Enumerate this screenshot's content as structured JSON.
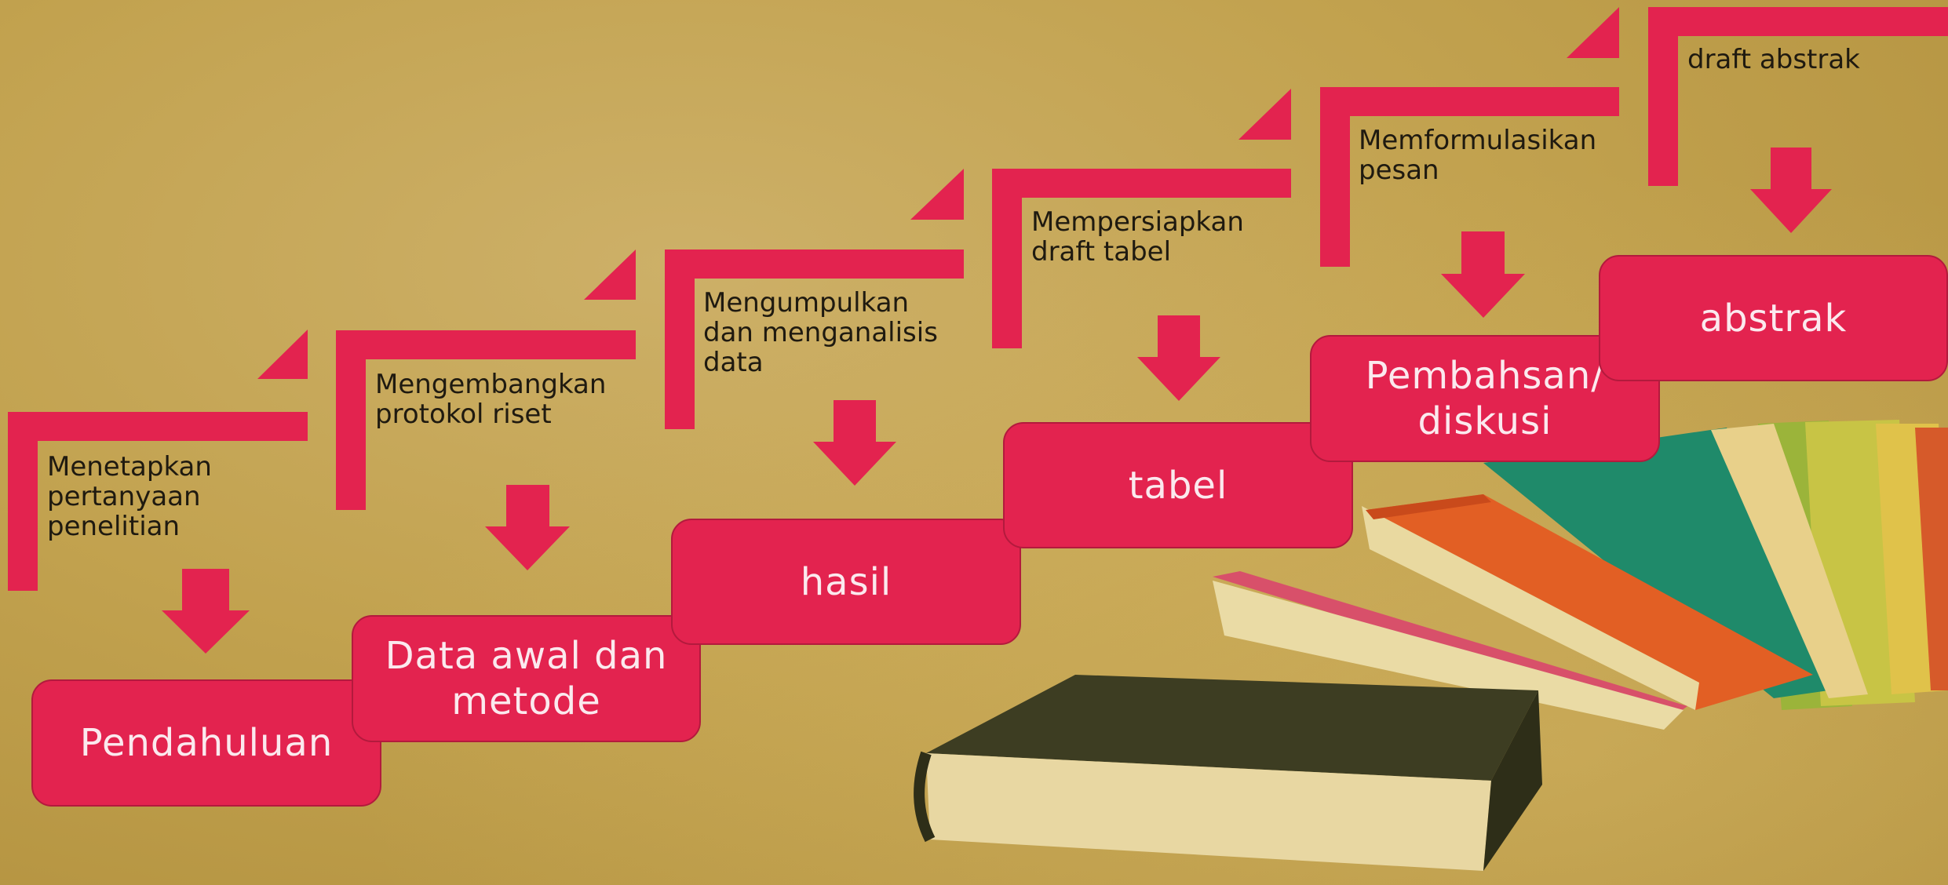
{
  "accent_color": "#e3234f",
  "steps": [
    {
      "box": "Pendahuluan",
      "label": "Menetapkan\npertanyaan\npenelitian"
    },
    {
      "box": "Data awal dan\nmetode",
      "label": "Mengembangkan\nprotokol riset"
    },
    {
      "box": "hasil",
      "label": "Mengumpulkan\ndan menganalisis\ndata"
    },
    {
      "box": "tabel",
      "label": " Mempersiapkan\ndraft tabel"
    },
    {
      "box": "Pembahsan/\ndiskusi",
      "label": "Memformulasikan\npesan"
    },
    {
      "box": "abstrak",
      "label": "draft abstrak"
    }
  ]
}
